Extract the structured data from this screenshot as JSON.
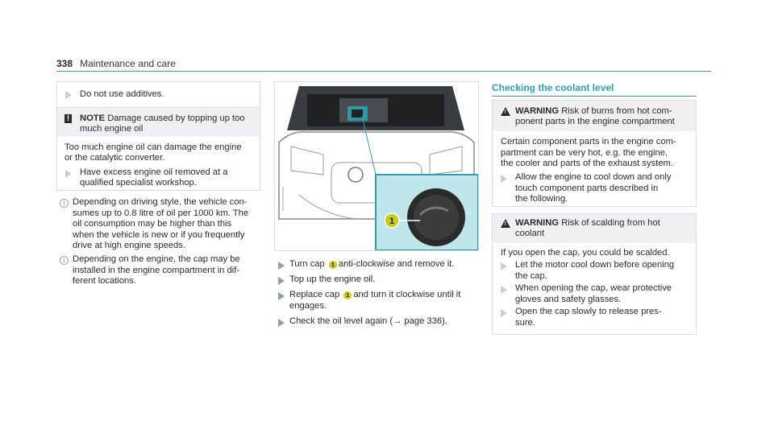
{
  "header": {
    "page_number": "338",
    "title": "Maintenance and care"
  },
  "col1": {
    "step_additives": "Do not use additives.",
    "note": {
      "label": "NOTE",
      "line1": "Damage caused by topping up too",
      "line2": "much engine oil",
      "body1": "Too much engine oil can damage the engine",
      "body2": "or the catalytic converter.",
      "action1": "Have excess engine oil removed at a",
      "action2": "qualified specialist workshop."
    },
    "info1": [
      "Depending on driving style, the vehicle con-",
      "sumes up to 0.8 litre of oil per 1000 km. The",
      "oil consumption may be higher than this",
      "when the vehicle is new or if you frequently",
      "drive at high engine speeds."
    ],
    "info2": [
      "Depending on the engine, the cap may be",
      "installed in the engine compartment in dif-",
      "ferent locations."
    ]
  },
  "col2": {
    "callout_number": "1",
    "steps": [
      {
        "pre": "Turn cap",
        "badge": "1",
        "post": "anti-clockwise and remove it."
      },
      {
        "pre": "Top up the engine oil.",
        "badge": "",
        "post": ""
      },
      {
        "pre": "Replace cap",
        "badge": "1",
        "post": "and turn it clockwise until it",
        "line2": "engages."
      },
      {
        "pre": "Check the oil level again (",
        "arrow": "→",
        "post": "page 336)."
      }
    ]
  },
  "col3": {
    "section_title": "Checking the coolant level",
    "warning1": {
      "label": "WARNING",
      "line1": "Risk of burns from hot com-",
      "line2": "ponent parts in the engine compartment",
      "body": [
        "Certain component parts in the engine com-",
        "partment can be very hot, e.g. the engine,",
        "the cooler and parts of the exhaust system."
      ],
      "action": [
        "Allow the engine to cool down and only",
        "touch component parts described in",
        "the following."
      ]
    },
    "warning2": {
      "label": "WARNING",
      "line1": "Risk of scalding from hot",
      "line2": "coolant",
      "body": "If you open the cap, you could be scalded.",
      "actions": [
        [
          "Let the motor cool down before opening",
          "the cap."
        ],
        [
          "When opening the cap, wear protective",
          "gloves and safety glasses."
        ],
        [
          "Open the cap slowly to release pres-",
          "sure."
        ]
      ]
    }
  }
}
